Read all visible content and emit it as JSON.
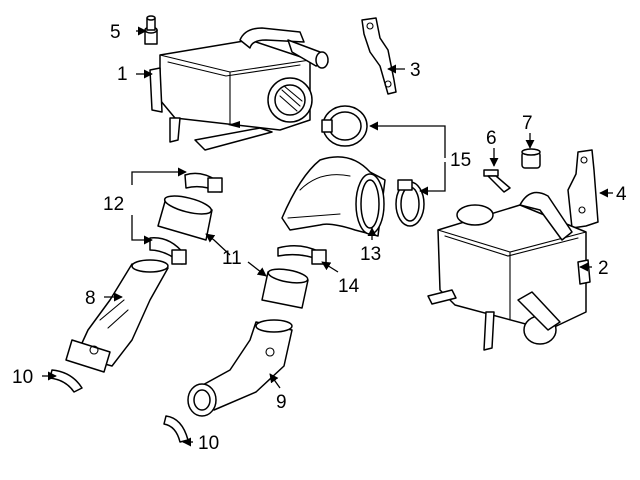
{
  "colors": {
    "line": "#000000",
    "background": "#ffffff"
  },
  "callouts": {
    "c1": "1",
    "c2": "2",
    "c3": "3",
    "c4": "4",
    "c5": "5",
    "c6": "6",
    "c7": "7",
    "c8": "8",
    "c9": "9",
    "c10a": "10",
    "c10b": "10",
    "c11": "11",
    "c12": "12",
    "c13": "13",
    "c14": "14",
    "c15": "15"
  }
}
